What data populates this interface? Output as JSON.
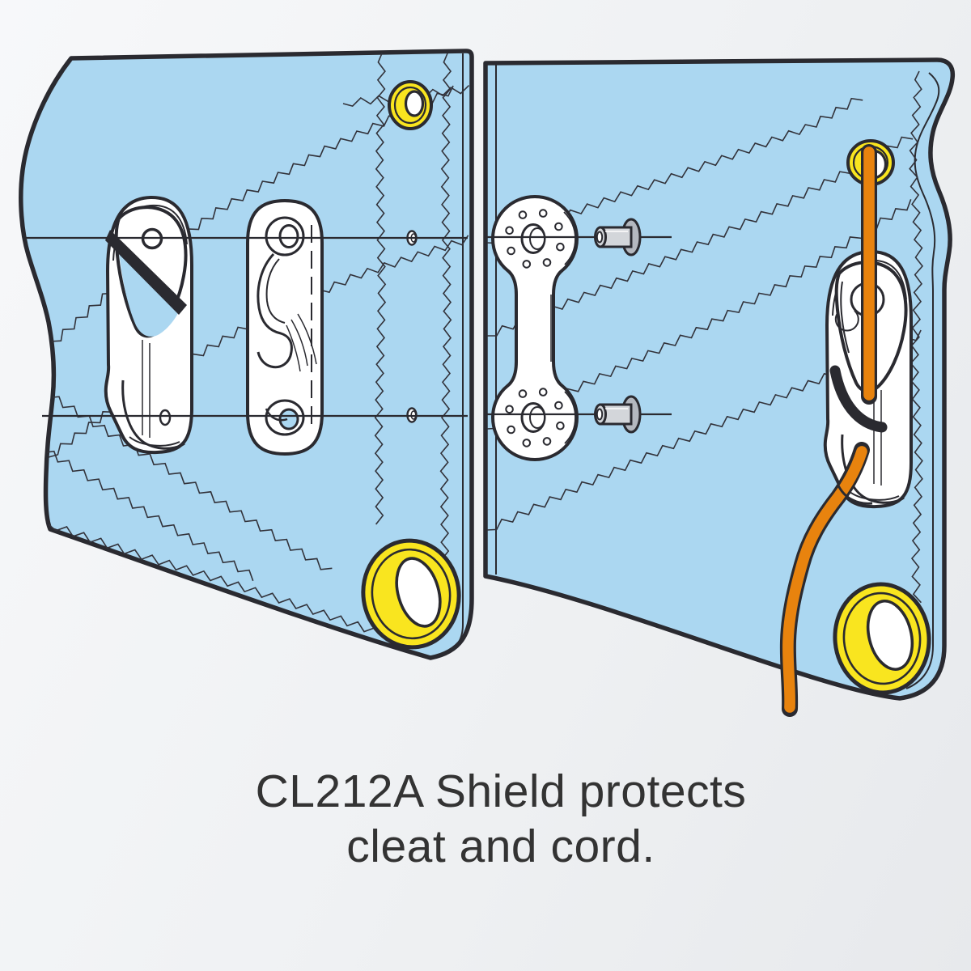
{
  "caption": {
    "line1": "CL212A Shield protects",
    "line2": "cleat and cord."
  },
  "colors": {
    "background_light": "#f7f8fa",
    "background_dark": "#e7e9ec",
    "sail": "#abd7f1",
    "outline": "#2a2a30",
    "stitch": "#32323a",
    "grommet_yellow": "#f9e51f",
    "cord_orange": "#e8830e",
    "part_white": "#ffffff",
    "rivet_gray": "#d3d6da",
    "rivet_flange": "#b4b8bf",
    "text": "#333333"
  },
  "parts": {
    "left_panel": "sail panel with exploded parts",
    "right_panel": "sail panel with assembled shield",
    "shield": "CL212A shield cover",
    "cleat": "cleat side view",
    "backing_plate": "drilled backing plate",
    "rivets": "fixing rivets",
    "cord": "control cord through grommet and cleat"
  }
}
